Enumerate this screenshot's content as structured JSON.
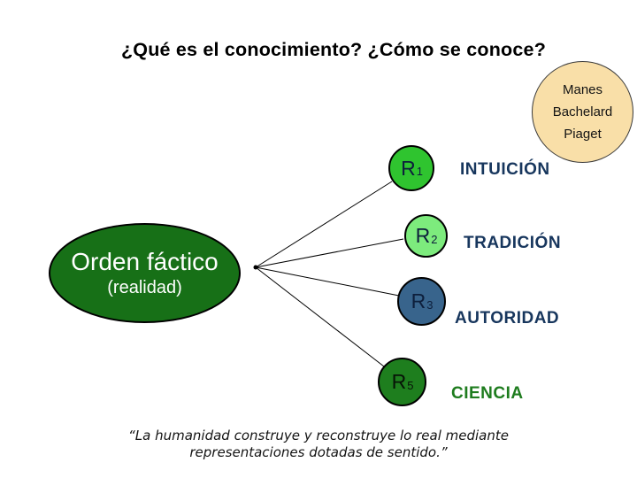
{
  "slide_title": "¿Qué es el conocimiento? ¿Cómo se conoce?",
  "authors_bubble": {
    "lines": [
      "Manes",
      "Bachelard",
      "Piaget"
    ],
    "fill": "#F9DFA8"
  },
  "source_ellipse": {
    "title": "Orden fáctico",
    "subtitle": "(realidad)",
    "fill": "#177017",
    "text_color": "#FFFFFF"
  },
  "nodes": [
    {
      "symbol": "R",
      "sub": "1",
      "label": "INTUICIÓN",
      "fill": "#2FC42F",
      "label_color": "#17365D"
    },
    {
      "symbol": "R",
      "sub": "2",
      "label": "TRADICIÓN",
      "fill": "#7DEB7D",
      "label_color": "#17365D"
    },
    {
      "symbol": "R",
      "sub": "3",
      "label": "AUTORIDAD",
      "fill": "#38648C",
      "label_color": "#17365D"
    },
    {
      "symbol": "R",
      "sub": "5",
      "label": "CIENCIA",
      "fill": "#1E7E1E",
      "label_color": "#1E7C1E"
    }
  ],
  "quote_lines": [
    "“La humanidad construye y reconstruye lo real mediante",
    "representaciones dotadas de sentido.”"
  ]
}
